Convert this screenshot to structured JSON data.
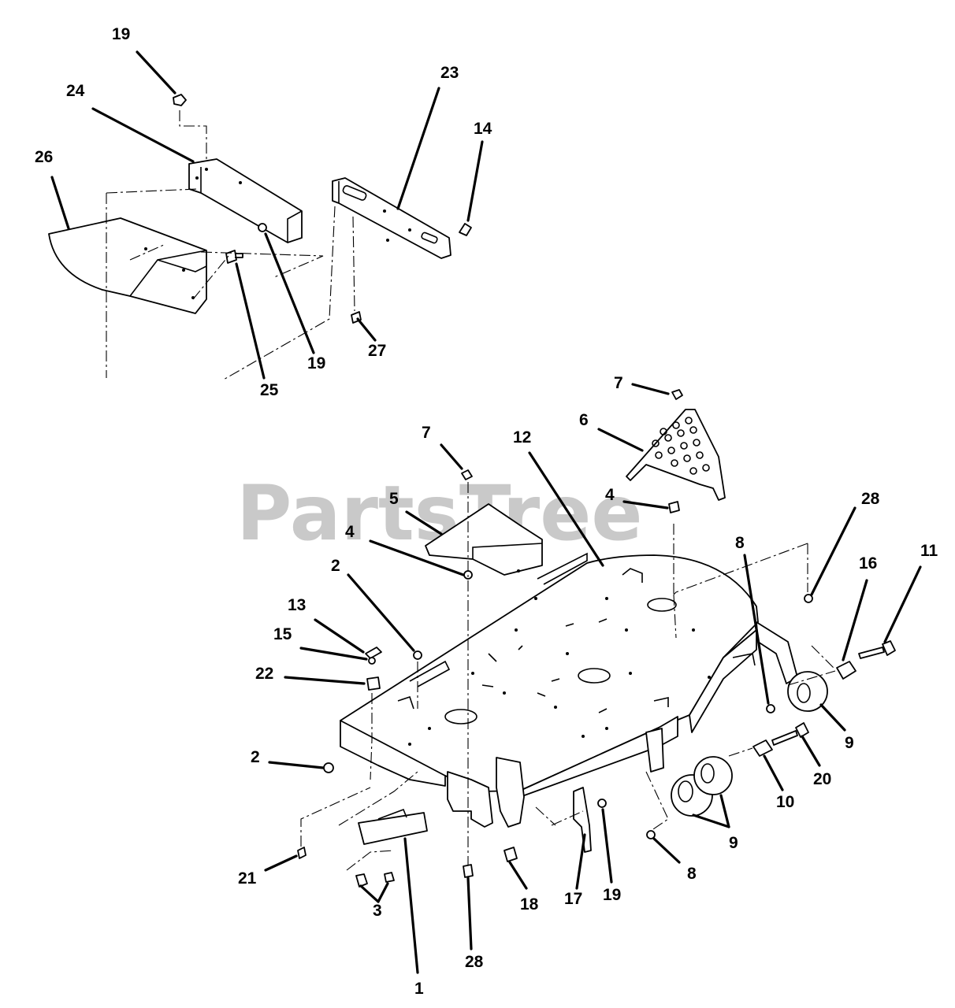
{
  "watermark": "PartsTree",
  "callouts": [
    {
      "id": "c19a",
      "text": "19"
    },
    {
      "id": "c24",
      "text": "24"
    },
    {
      "id": "c26",
      "text": "26"
    },
    {
      "id": "c23",
      "text": "23"
    },
    {
      "id": "c14",
      "text": "14"
    },
    {
      "id": "c19b",
      "text": "19"
    },
    {
      "id": "c27",
      "text": "27"
    },
    {
      "id": "c25",
      "text": "25"
    },
    {
      "id": "c7a",
      "text": "7"
    },
    {
      "id": "c6",
      "text": "6"
    },
    {
      "id": "c7b",
      "text": "7"
    },
    {
      "id": "c12",
      "text": "12"
    },
    {
      "id": "c5",
      "text": "5"
    },
    {
      "id": "c4a",
      "text": "4"
    },
    {
      "id": "c4b",
      "text": "4"
    },
    {
      "id": "c28a",
      "text": "28"
    },
    {
      "id": "c8a",
      "text": "8"
    },
    {
      "id": "c16",
      "text": "16"
    },
    {
      "id": "c11",
      "text": "11"
    },
    {
      "id": "c2a",
      "text": "2"
    },
    {
      "id": "c13",
      "text": "13"
    },
    {
      "id": "c15",
      "text": "15"
    },
    {
      "id": "c22",
      "text": "22"
    },
    {
      "id": "c9a",
      "text": "9"
    },
    {
      "id": "c2b",
      "text": "2"
    },
    {
      "id": "c20",
      "text": "20"
    },
    {
      "id": "c10",
      "text": "10"
    },
    {
      "id": "c9b",
      "text": "9"
    },
    {
      "id": "c21",
      "text": "21"
    },
    {
      "id": "c8b",
      "text": "8"
    },
    {
      "id": "c3",
      "text": "3"
    },
    {
      "id": "c18",
      "text": "18"
    },
    {
      "id": "c17",
      "text": "17"
    },
    {
      "id": "c19c",
      "text": "19"
    },
    {
      "id": "c28b",
      "text": "28"
    },
    {
      "id": "c1",
      "text": "1"
    }
  ]
}
